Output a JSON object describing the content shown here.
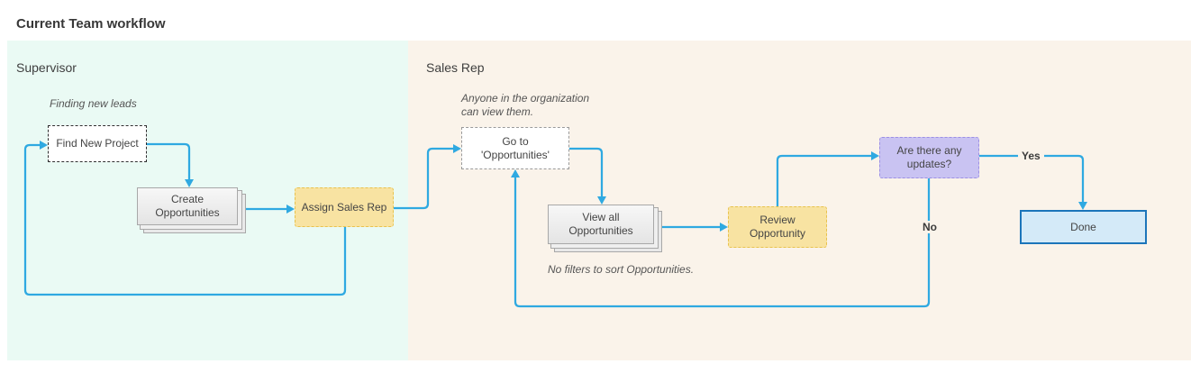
{
  "title": "Current Team workflow",
  "colors": {
    "arrow": "#2FA9E1",
    "lane_supervisor_bg": "#EAFAF4",
    "lane_salesrep_bg": "#FAF3EA",
    "yellow_fill": "#F8E3A2",
    "yellow_border": "#E8C24D",
    "purple_fill": "#C9C3F2",
    "purple_border": "#9C8FE4",
    "done_fill": "#D4EAF8",
    "done_border": "#1C75BA",
    "gray_border": "#A8A8A8"
  },
  "lanes": [
    {
      "label": "Supervisor"
    },
    {
      "label": "Sales Rep"
    }
  ],
  "notes": {
    "finding_new_leads": "Finding new leads",
    "anyone_view": "Anyone in the organization can view them.",
    "no_filters": "No filters to sort Opportunities."
  },
  "nodes": {
    "find_new_project": {
      "label": "Find New Project"
    },
    "create_opportunities": {
      "label": "Create Opportunities"
    },
    "assign_sales_rep": {
      "label": "Assign Sales Rep"
    },
    "go_to_opportunities": {
      "label": "Go to 'Opportunities'"
    },
    "view_all_opportunities": {
      "label": "View all Opportunities"
    },
    "review_opportunity": {
      "label": "Review Opportunity"
    },
    "any_updates": {
      "label": "Are there any updates?"
    },
    "done": {
      "label": "Done"
    }
  },
  "edge_labels": {
    "yes": "Yes",
    "no": "No"
  }
}
